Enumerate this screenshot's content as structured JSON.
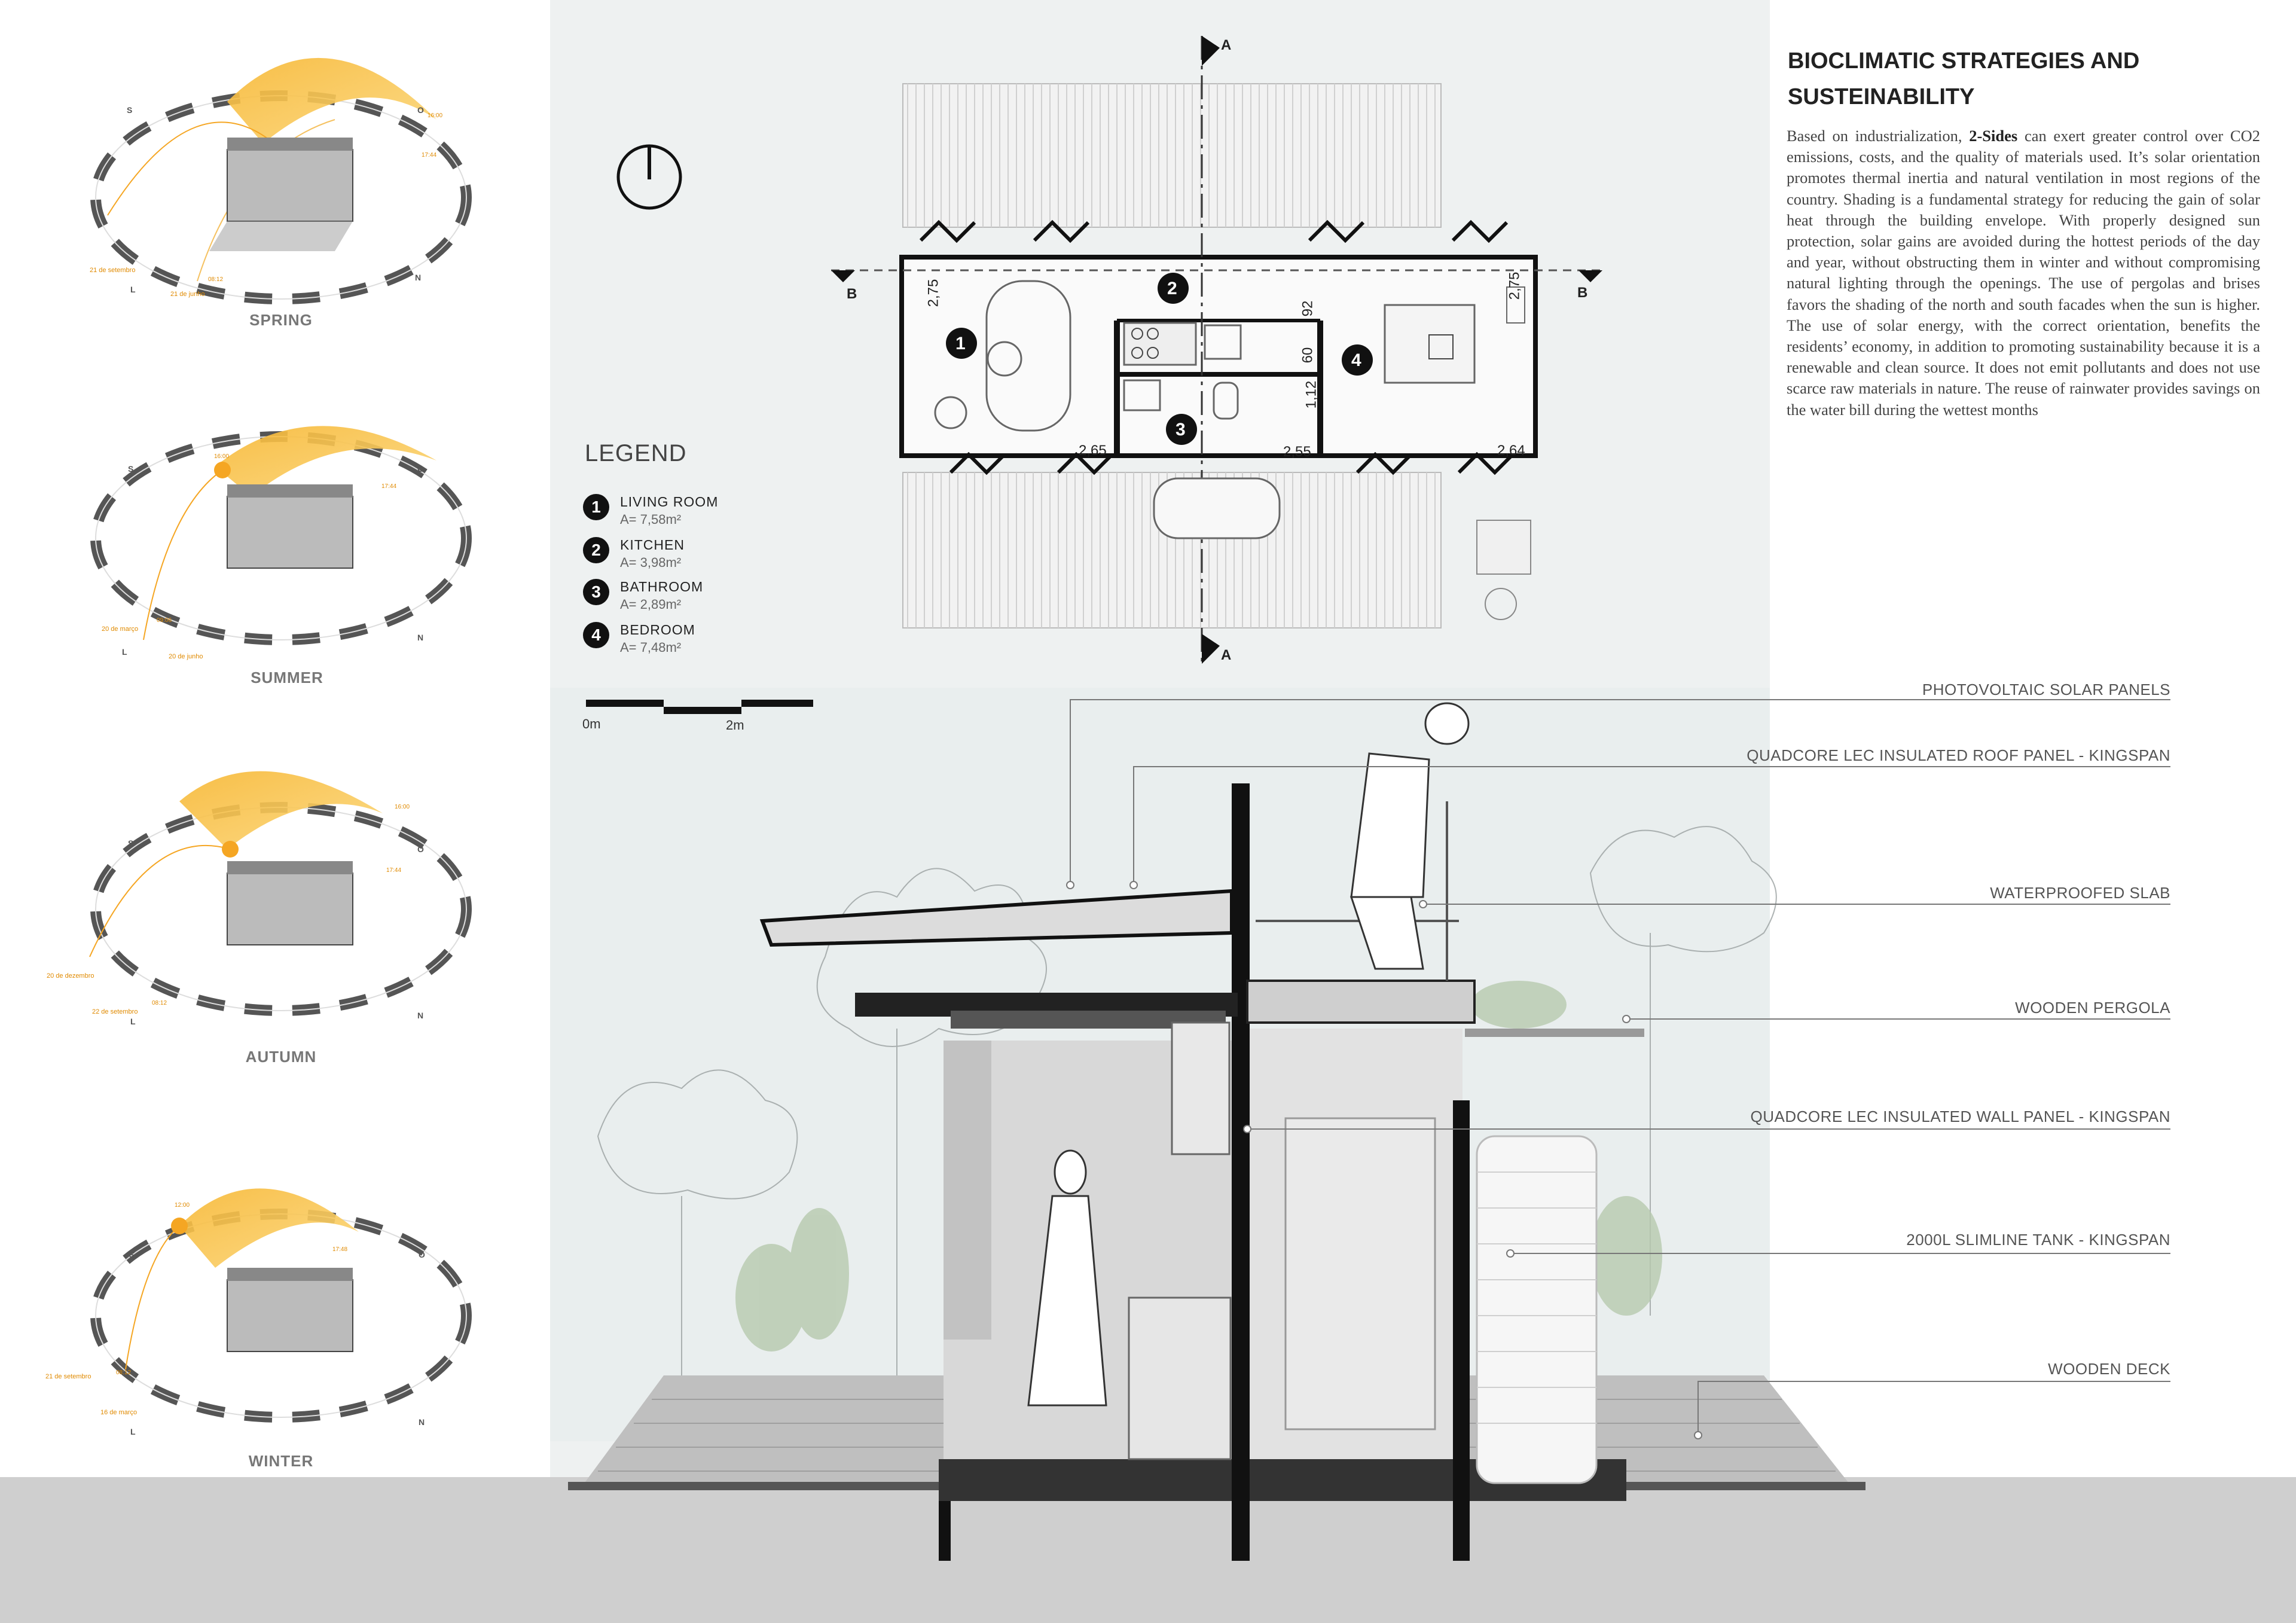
{
  "seasons": [
    {
      "label": "SPRING",
      "dates": [
        "21 de setembro",
        "21 de junho"
      ],
      "times": [
        "16:00",
        "17:44",
        "08:12"
      ]
    },
    {
      "label": "SUMMER",
      "dates": [
        "20 de março",
        "20 de junho"
      ],
      "times": [
        "16:00",
        "17:44",
        "09:06"
      ]
    },
    {
      "label": "AUTUMN",
      "dates": [
        "20 de dezembro",
        "22 de setembro"
      ],
      "times": [
        "16:00",
        "17:44",
        "08:12"
      ]
    },
    {
      "label": "WINTER",
      "dates": [
        "21 de setembro",
        "16 de março"
      ],
      "times": [
        "12:00",
        "17:48",
        "08:12"
      ]
    }
  ],
  "compass": {
    "s": "S",
    "o": "O",
    "l": "L",
    "n": "N"
  },
  "legend": {
    "title": "LEGEND",
    "items": [
      {
        "num": "1",
        "label": "LIVING   ROOM",
        "area": "A= 7,58m²"
      },
      {
        "num": "2",
        "label": "KITCHEN",
        "area": "A= 3,98m²"
      },
      {
        "num": "3",
        "label": "BATHROOM",
        "area": "A= 2,89m²"
      },
      {
        "num": "4",
        "label": "BEDROOM",
        "area": "A= 7,48m²"
      }
    ]
  },
  "plan": {
    "section_a": "A",
    "section_b": "B",
    "room_numbers": [
      "1",
      "2",
      "3",
      "4"
    ],
    "dims": {
      "left_h": "2,75",
      "right_h": "2,75",
      "mid_92": "92",
      "mid_60": "60",
      "mid_112": "1,12",
      "w_265": "2,65",
      "w_255": "2,55",
      "w_264": "2,64"
    }
  },
  "scale": {
    "zero": "0m",
    "two": "2m"
  },
  "text": {
    "heading_line1": "BIOCLIMATIC STRATEGIES AND",
    "heading_line2": "SUSTEINABILITY",
    "body_pre": "Based on industrialization, ",
    "body_bold": "2-Sides",
    "body_post": " can exert greater control over CO2 emissions, costs, and the quality of materials used. It’s solar orientation promotes thermal inertia and natural ventilation in most regions of the country. Shading is a fundamental strategy for reducing the gain of solar heat through the building envelope. With properly designed sun protection, solar gains are avoided during the hottest periods of the day and year, without obstructing them in winter and without compromising natural lighting through the openings. The use of pergolas and brises favors the shading of the north and south facades when the sun is higher. The use of solar energy, with the correct orientation, benefits the residents’ economy, in addition to promoting sustainability because it is a renewable and clean source. It does not emit pollutants and does not use scarce raw materials in nature. The reuse of rainwater provides savings on the water bill during the wettest months"
  },
  "callouts": [
    "PHOTOVOLTAIC SOLAR PANELS",
    "QUADCORE LEC INSULATED ROOF PANEL - KINGSPAN",
    "WATERPROOFED SLAB",
    "WOODEN PERGOLA",
    "QUADCORE LEC INSULATED WALL PANEL - KINGSPAN",
    "2000L SLIMLINE TANK - KINGSPAN",
    "WOODEN DECK"
  ],
  "colors": {
    "sun": "#f5a623",
    "dark": "#111111",
    "ground": "#cfcfcf",
    "panel": "#eef1f1"
  }
}
